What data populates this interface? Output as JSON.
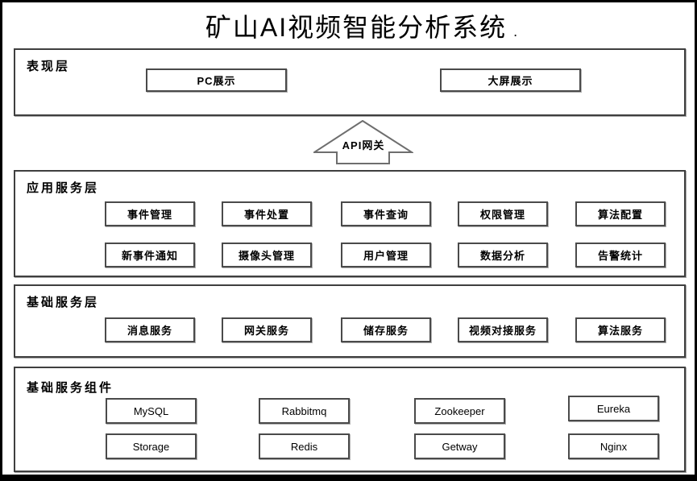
{
  "title": "矿山AI视频智能分析系统",
  "title_suffix": ".",
  "gateway": {
    "label": "API网关"
  },
  "presentation_layer": {
    "label": "表现层",
    "boxes": [
      "PC展示",
      "大屏展示"
    ]
  },
  "application_layer": {
    "label": "应用服务层",
    "row1": [
      "事件管理",
      "事件处置",
      "事件查询",
      "权限管理",
      "算法配置"
    ],
    "row2": [
      "新事件通知",
      "摄像头管理",
      "用户管理",
      "数据分析",
      "告警统计"
    ]
  },
  "base_service_layer": {
    "label": "基础服务层",
    "row1": [
      "消息服务",
      "网关服务",
      "储存服务",
      "视频对接服务",
      "算法服务"
    ]
  },
  "components_layer": {
    "label": "基础服务组件",
    "row1": [
      "MySQL",
      "Rabbitmq",
      "Zookeeper",
      "Eureka"
    ],
    "row2": [
      "Storage",
      "Redis",
      "Getway",
      "Nginx"
    ]
  }
}
